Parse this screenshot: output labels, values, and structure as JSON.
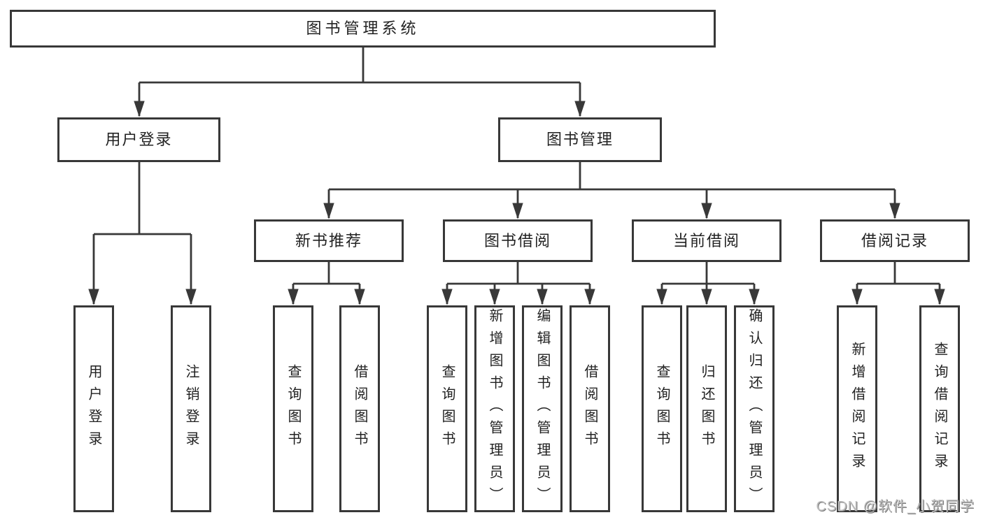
{
  "style": {
    "line_color": "#383838",
    "box_border_color": "#383838",
    "text_color": "#222222",
    "background_color": "#ffffff",
    "watermark_color": "#bdbdbd"
  },
  "diagram": {
    "root": {
      "label": "图书管理系统"
    },
    "branches": [
      {
        "label": "用户登录",
        "leaves": [
          "用户登录",
          "注销登录"
        ]
      },
      {
        "label": "图书管理",
        "sections": [
          {
            "label": "新书推荐",
            "leaves": [
              "查询图书",
              "借阅图书"
            ]
          },
          {
            "label": "图书借阅",
            "leaves": [
              "查询图书",
              "新增图书（管理员）",
              "编辑图书（管理员）",
              "借阅图书"
            ]
          },
          {
            "label": "当前借阅",
            "leaves": [
              "查询图书",
              "归还图书",
              "确认归还（管理员）"
            ]
          },
          {
            "label": "借阅记录",
            "leaves": [
              "新增借阅记录",
              "查询借阅记录"
            ]
          }
        ]
      }
    ]
  },
  "watermark": {
    "text": "CSDN @软件_小贺同学"
  }
}
